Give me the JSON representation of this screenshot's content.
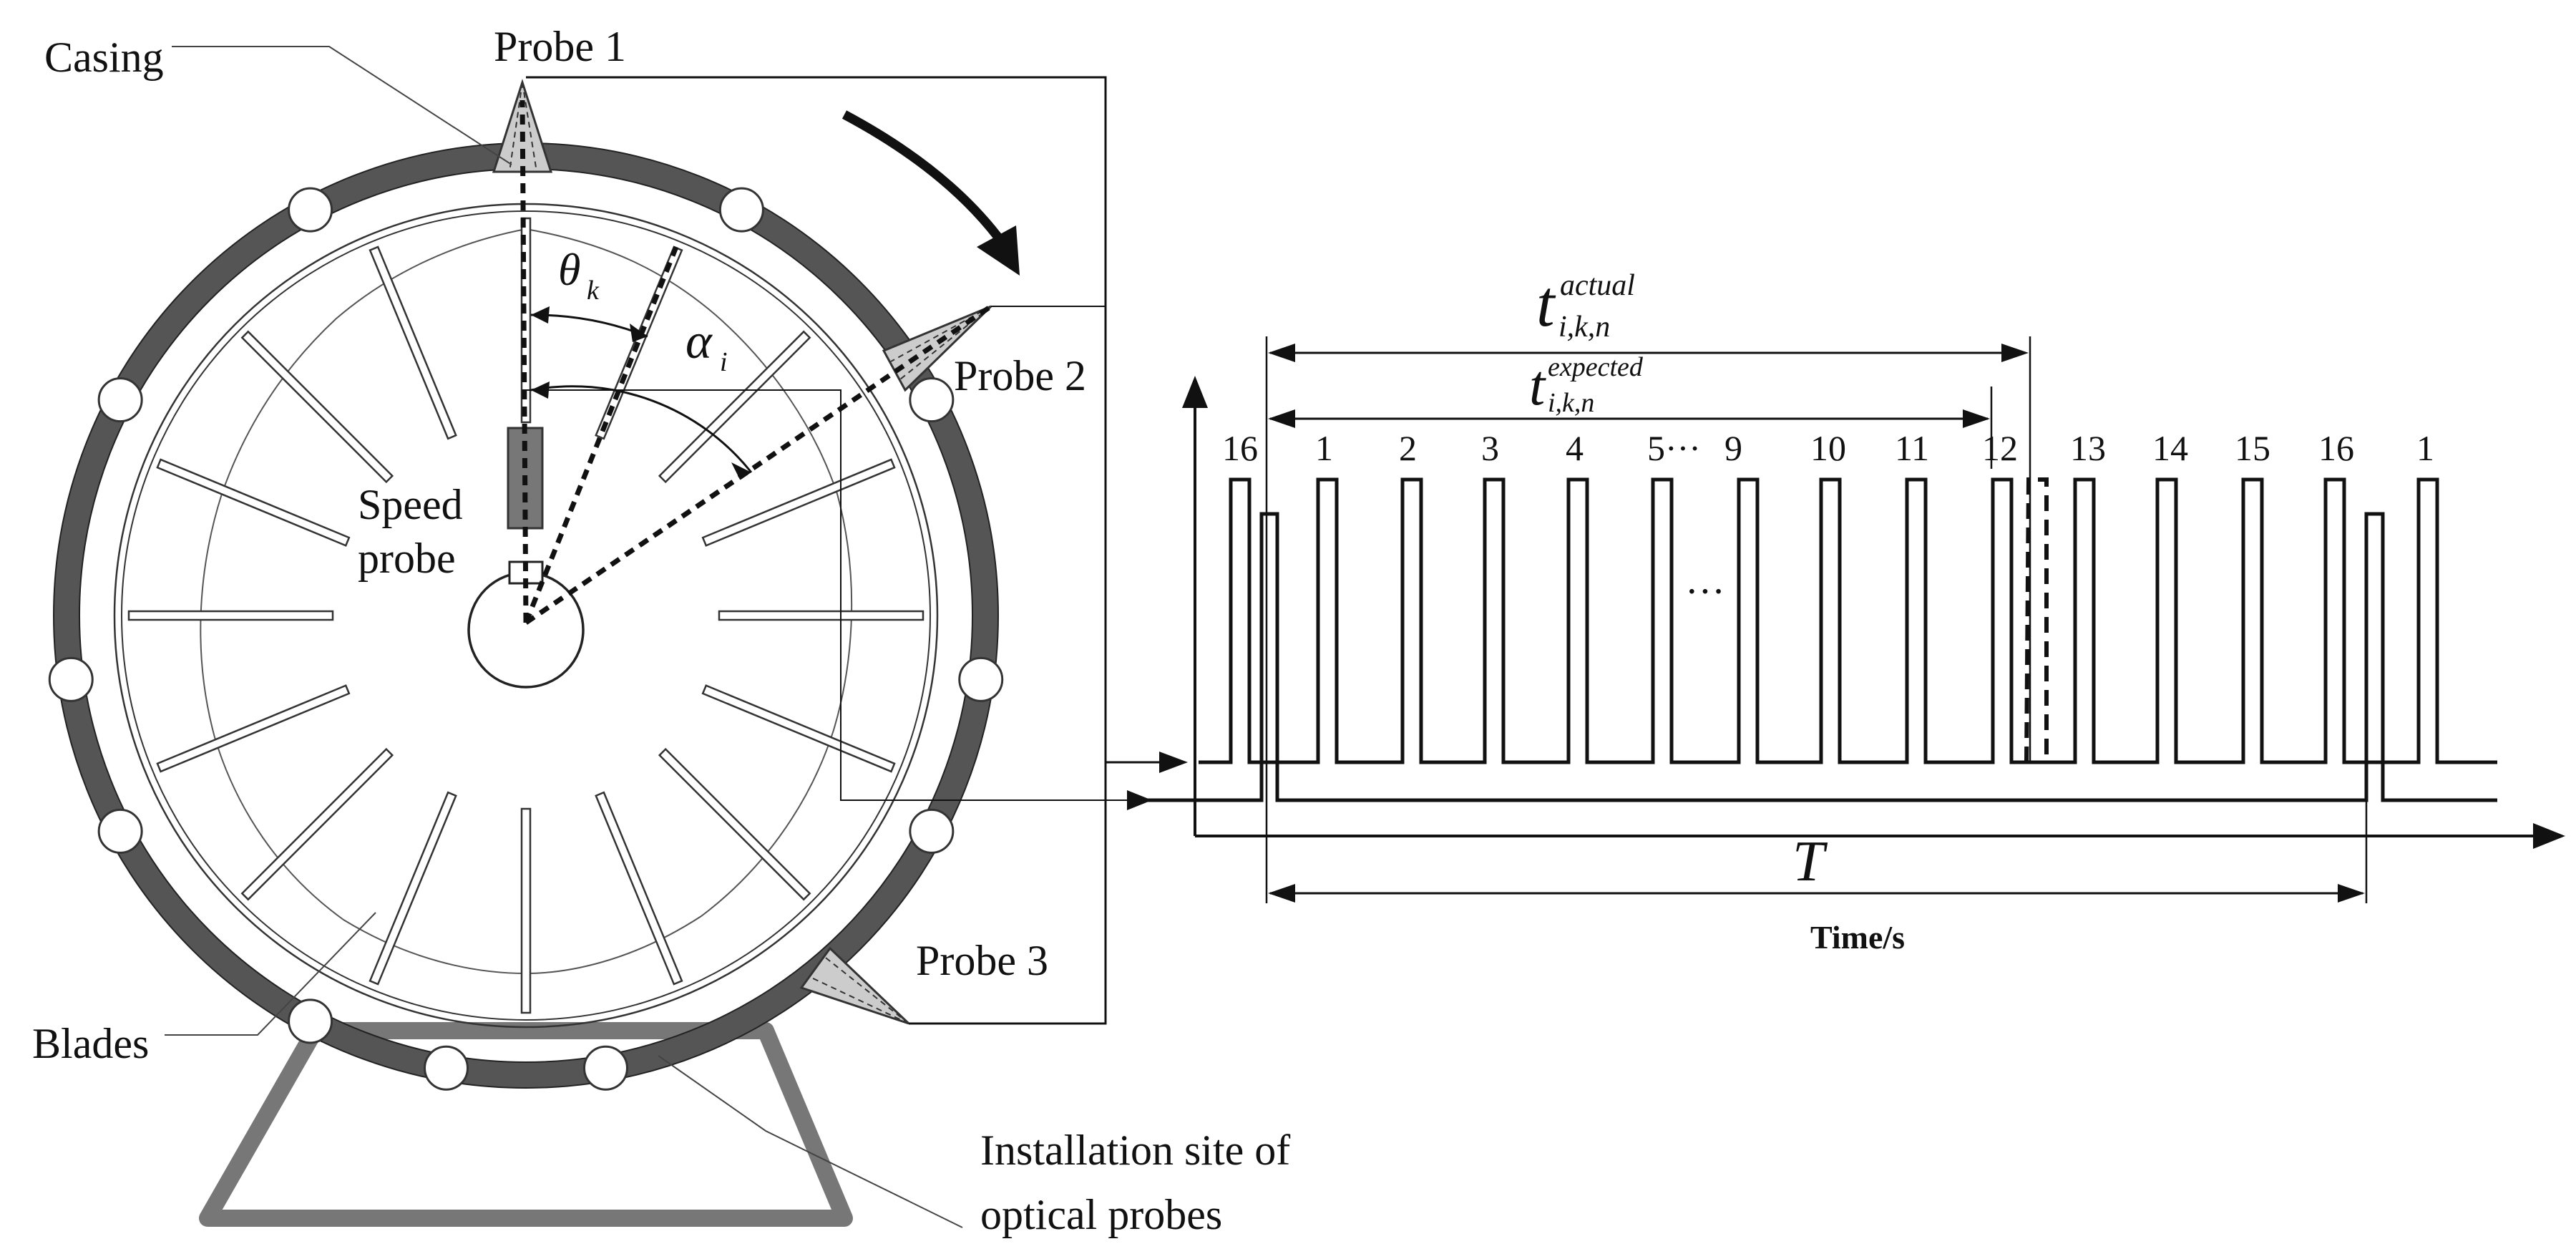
{
  "labels": {
    "casing": "Casing",
    "probe1": "Probe 1",
    "probe2": "Probe 2",
    "probe3": "Probe 3",
    "speed_line1": "Speed",
    "speed_line2": "probe",
    "blades": "Blades",
    "install_line1": "Installation site of",
    "install_line2": "optical probes",
    "time_axis": "Time/s",
    "period": "T"
  },
  "symbols": {
    "theta": "θ",
    "theta_sub": "k",
    "alpha": "α",
    "alpha_sub": "i",
    "t_actual_main": "t",
    "t_actual_sup": "actual",
    "t_actual_sub": "i,k,n",
    "t_expected_main": "t",
    "t_expected_sup": "expected",
    "t_expected_sub": "i,k,n",
    "ellipsis": "···"
  },
  "pulse_labels": [
    "16",
    "1",
    "2",
    "3",
    "4",
    "5···",
    "9",
    "10",
    "11",
    "12",
    "13",
    "14",
    "15",
    "16",
    "1"
  ],
  "colors": {
    "casing": "#555555",
    "line": "#111111",
    "stand": "#777777",
    "probe_fill": "#cccccc"
  }
}
